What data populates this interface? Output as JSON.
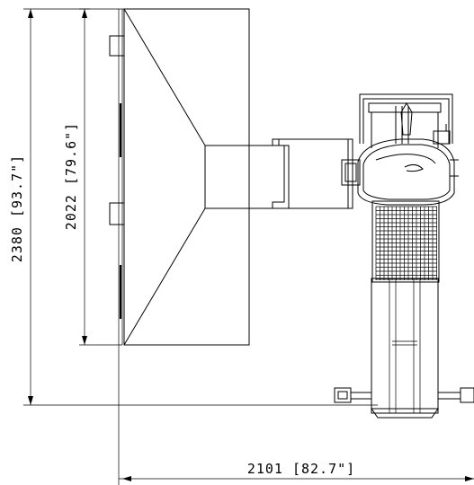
{
  "dimensions": {
    "overall_height": "2380 [93.7\"]",
    "hood_height": "2022 [79.6\"]",
    "overall_width": "2101 [82.7\"]"
  }
}
